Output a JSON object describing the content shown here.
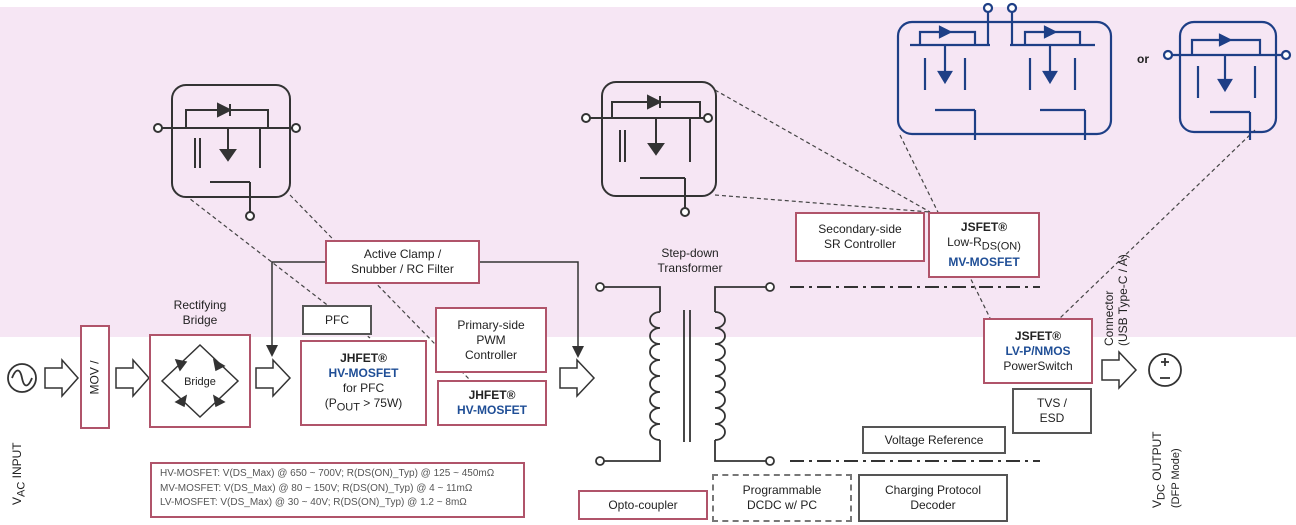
{
  "blocks": {
    "active_clamp": [
      "Active Clamp /",
      "Snubber / RC Filter"
    ],
    "step_down": [
      "Step-down",
      "Transformer"
    ],
    "secondary_sr": [
      "Secondary-side",
      "SR Controller"
    ],
    "jsfet_mv": {
      "brand": "JSFET®",
      "line2": "Low-R",
      "sub": "DS(ON)",
      "product": "MV-MOSFET"
    },
    "connector": [
      "Connector",
      "(USB Type-C / A)"
    ],
    "rectifying": [
      "Rectifying",
      "Bridge"
    ],
    "pfc": "PFC",
    "primary_pwm": [
      "Primary-side",
      "PWM",
      "Controller"
    ],
    "jhfet_pfc": {
      "brand": "JHFET®",
      "product": "HV-MOSFET",
      "use": "for PFC",
      "power": "(P",
      "power_sub": "OUT",
      "power_tail": " > 75W)"
    },
    "jhfet_primary": {
      "brand": "JHFET®",
      "product": "HV-MOSFET"
    },
    "jsfet_lv": {
      "brand": "JSFET®",
      "product": "LV-P/NMOS",
      "role": "PowerSwitch"
    },
    "mov": "MOV /",
    "bridge": "Bridge",
    "tvs": [
      "TVS /",
      "ESD"
    ],
    "voltage_ref": "Voltage Reference",
    "vac_input": "V",
    "vac_sub": "AC",
    "vac_tail": " INPUT",
    "vdc_output": "V",
    "vdc_sub": "DC",
    "vdc_tail": " OUTPUT",
    "dfp": "(DFP Mode)",
    "opto": "Opto-coupler",
    "prog_dcdc": [
      "Programmable",
      "DCDC w/ PC"
    ],
    "charging": [
      "Charging Protocol",
      "Decoder"
    ],
    "or": "or"
  },
  "mosfet_notes": [
    "HV-MOSFET: V(DS_Max) @ 650 ~ 700V; R(DS(ON)_Typ) @ 125 ~ 450mΩ",
    "MV-MOSFET: V(DS_Max) @ 80 ~ 150V; R(DS(ON)_Typ) @ 4 ~ 11mΩ",
    "LV-MOSFET: V(DS_Max) @ 30 ~ 40V; R(DS(ON)_Typ) @ 1.2 ~ 8mΩ"
  ],
  "colors": {
    "band": "#f6e6f4",
    "box_border": "#b0546a",
    "navy": "#1e3f86",
    "accent_blue": "#1f4e96"
  },
  "icons": [
    "ac-source-icon",
    "dc-source-icon",
    "mosfet-symbol-icon",
    "transformer-icon",
    "arrow-right-icon",
    "diode-bridge-icon"
  ]
}
